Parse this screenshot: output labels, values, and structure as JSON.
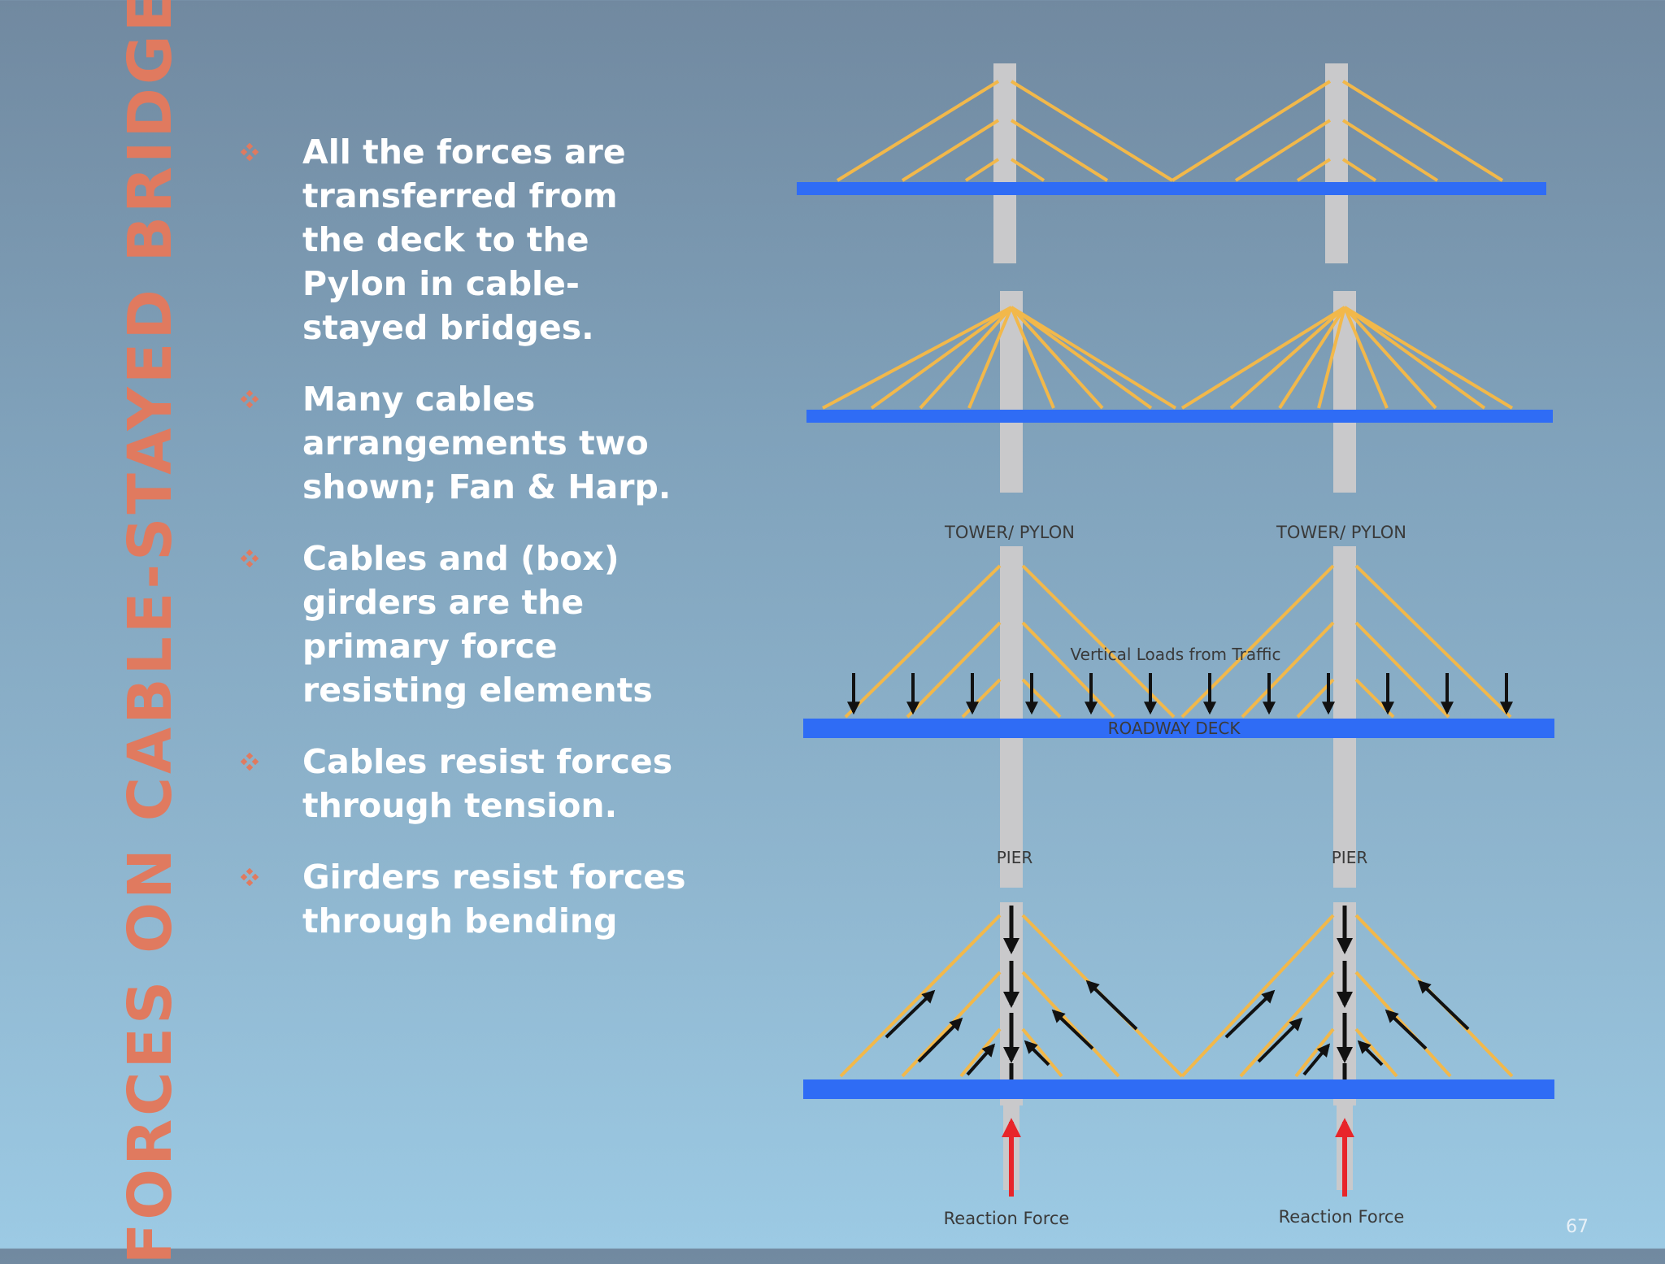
{
  "slide": {
    "title": "FORCES ON CABLE-STAYED BRIDGE",
    "page_number": "67",
    "accent_color": "#e07a5f",
    "bullet_icon": "four-diamond-icon",
    "bullets": [
      "All the forces are transferred from the deck to the Pylon in cable-stayed bridges.",
      "Many cables arrangements two shown; Fan & Harp.",
      "Cables and (box) girders are the primary force resisting elements",
      "Cables resist forces through tension.",
      "Girders resist forces through bending"
    ]
  },
  "diagram": {
    "labels": {
      "tower_left": "TOWER/ PYLON",
      "tower_right": "TOWER/ PYLON",
      "vertical_loads": "Vertical Loads from Traffic",
      "roadway_deck": "ROADWAY DECK",
      "pier_left": "PIER",
      "pier_right": "PIER",
      "reaction_left": "Reaction Force",
      "reaction_right": "Reaction Force"
    },
    "colors": {
      "deck": "#2f6cf5",
      "pylon": "#c9c9cb",
      "cable": "#f2b84a",
      "reaction_arrow": "#e8252a",
      "load_arrow": "#111111"
    }
  }
}
